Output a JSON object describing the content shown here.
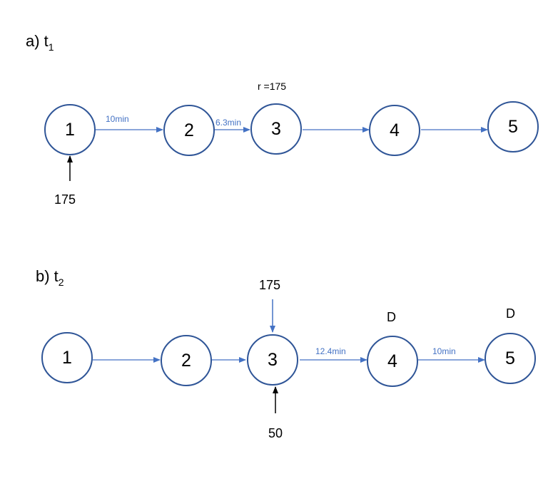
{
  "panel_a": {
    "title": "a) t",
    "title_sub": "1",
    "nodes": [
      "1",
      "2",
      "3",
      "4",
      "5"
    ],
    "edge_labels": {
      "e12": "10min",
      "e23": "6.3min",
      "e34": "",
      "e45": ""
    },
    "node3_annotation": "r =175",
    "node1_input_value": "175"
  },
  "panel_b": {
    "title": "b) t",
    "title_sub": "2",
    "nodes": [
      "1",
      "2",
      "3",
      "4",
      "5"
    ],
    "edge_labels": {
      "e12": "",
      "e23": "",
      "e34": "12.4min",
      "e45": "10min"
    },
    "node3_top_input_value": "175",
    "node3_bottom_input_value": "50",
    "node4_annotation": "D",
    "node5_annotation": "D"
  },
  "colors": {
    "node_stroke": "#2f5597",
    "edge": "#4472c4",
    "text": "#000000"
  }
}
